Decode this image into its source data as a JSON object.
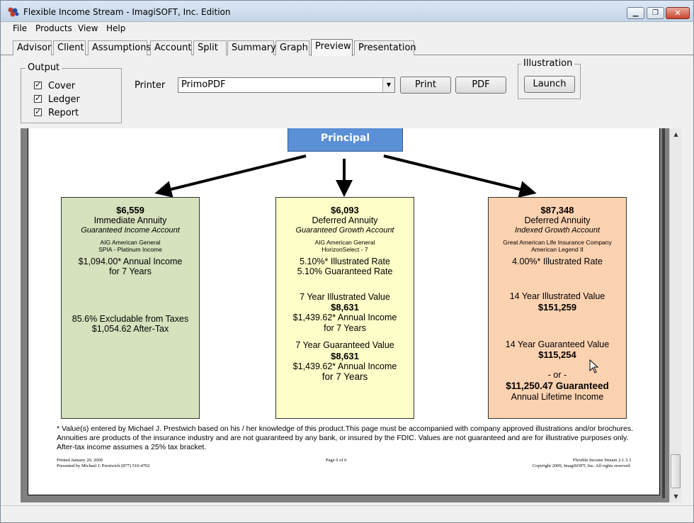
{
  "window": {
    "title": "Flexible Income Stream - ImagiSOFT, Inc. Edition"
  },
  "menu": [
    "File",
    "Products",
    "View",
    "Help"
  ],
  "tabs": [
    "Advisor",
    "Client",
    "Assumptions",
    "Account",
    "Split",
    "Summary",
    "Graph",
    "Preview",
    "Presentation"
  ],
  "active_tab": "Preview",
  "output": {
    "legend": "Output",
    "checkboxes": [
      {
        "label": "Cover",
        "checked": true
      },
      {
        "label": "Ledger",
        "checked": true
      },
      {
        "label": "Report",
        "checked": true
      }
    ]
  },
  "printer": {
    "label": "Printer",
    "value": "PrimoPDF"
  },
  "buttons": {
    "print": "Print",
    "pdf": "PDF",
    "launch": "Launch"
  },
  "illustration": {
    "legend": "Illustration"
  },
  "report": {
    "principal": "Principal",
    "boxes": [
      {
        "color": "#d6e1bd",
        "amount": "$6,559",
        "type": "Immediate Annuity",
        "account": "Guaranteed Income Account",
        "company": "AIG American General",
        "product": "SPIA - Platinum Income",
        "lines": [
          "$1,094.00* Annual Income",
          "for 7 Years",
          "85.6% Excludable from Taxes",
          "$1,054.62 After-Tax"
        ]
      },
      {
        "color": "#fefec8",
        "amount": "$6,093",
        "type": "Deferred Annuity",
        "account": "Guaranteed Growth Account",
        "company": "AIG American General",
        "product": "HorizonSelect - 7",
        "lines": [
          "5.10%* Illustrated Rate",
          "5.10% Guaranteed Rate",
          "7 Year Illustrated Value",
          "$8,631",
          "$1,439.62* Annual Income",
          "for 7 Years",
          "7 Year Guaranteed Value",
          "$8,631",
          "$1,439.62* Annual Income",
          "for 7 Years"
        ]
      },
      {
        "color": "#fdd2b0",
        "amount": "$87,348",
        "type": "Deferred Annuity",
        "account": "Indexed Growth Account",
        "company": "Great American Life Insurance Company",
        "product": "American Legend II",
        "lines": [
          "4.00%* Illustrated Rate",
          "14 Year Illustrated Value",
          "$151,259",
          "14 Year Guaranteed Value",
          "$115,254",
          "- or -",
          "$11,250.47 Guaranteed",
          "Annual Lifetime Income"
        ]
      }
    ],
    "footnote": "* Value(s) entered by Michael J.  Prestwich based on his / her knowledge of this product.This page must be accompanied with company approved illustrations and/or brochures.  Annuities are products of the insurance industry and are not guaranteed by any bank, or insured by the FDIC.  Values are not guaranteed and are for illustrative purposes only.  After-tax income assumes a 25% tax bracket.",
    "footer": {
      "printed": "Printed January 20, 2009",
      "presented": "Presented by Michael J.  Prestwich (877) 510-4702",
      "page": "Page 6 of 6",
      "version": "Flexible Income Stream 2.1.3.3",
      "copyright": "Copyright 2009, ImagiSOFT, Inc.  All rights reserved."
    }
  }
}
